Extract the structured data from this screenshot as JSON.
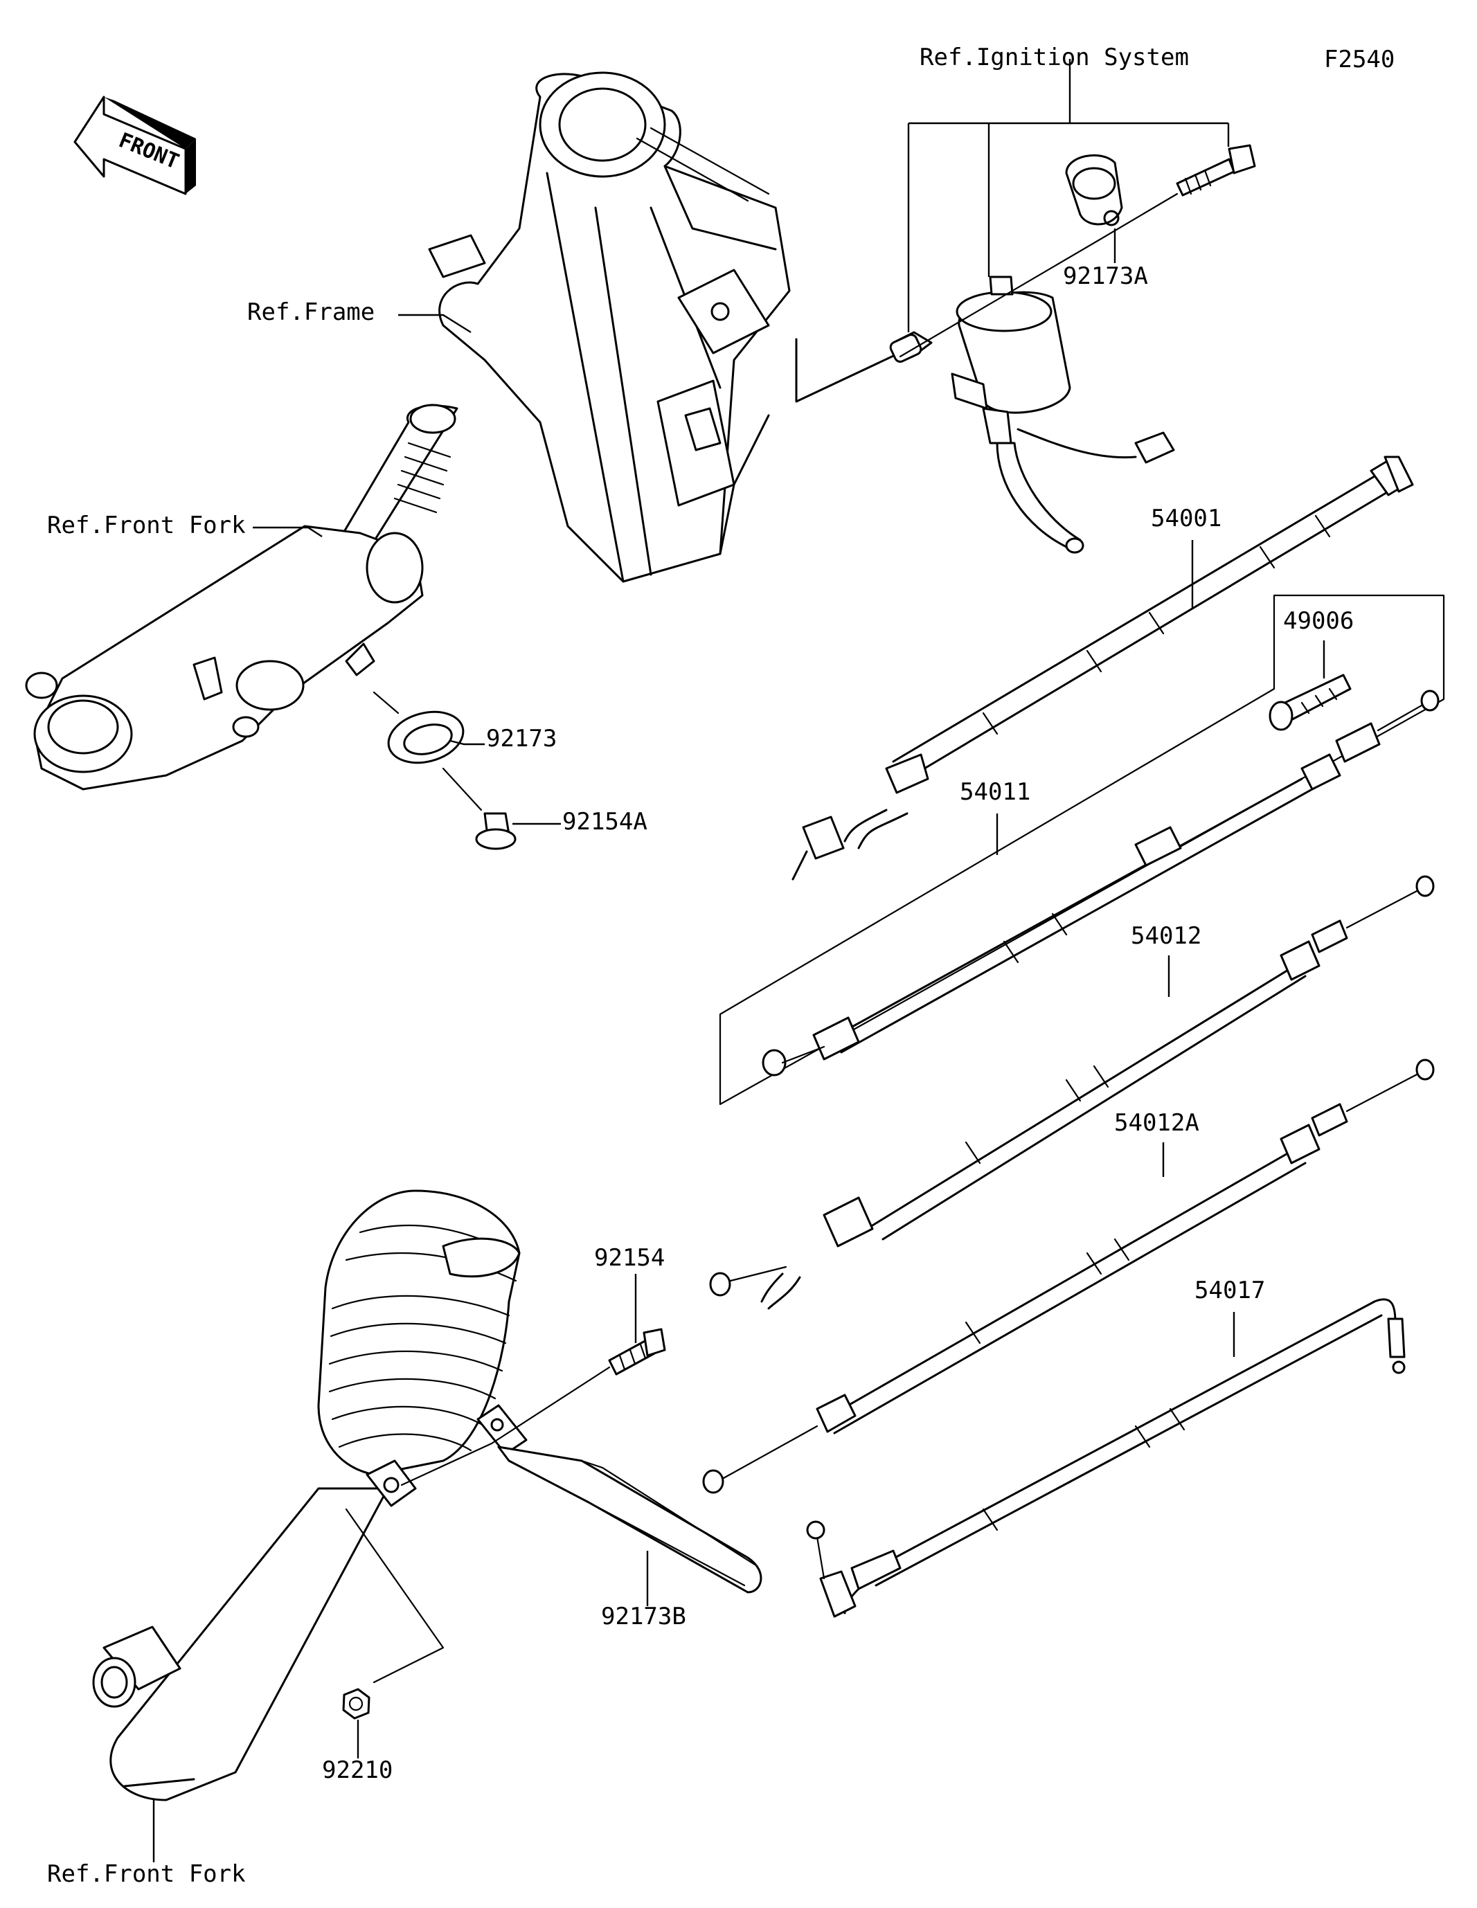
{
  "figure_code": "F2540",
  "front_arrow": {
    "text": "FRONT",
    "icon": "front-arrow-icon"
  },
  "refs": {
    "ignition": "Ref.Ignition System",
    "frame": "Ref.Frame",
    "front_fork_top": "Ref.Front Fork",
    "front_fork_bottom": "Ref.Front Fork"
  },
  "parts": {
    "p92173A": "92173A",
    "p54001": "54001",
    "p49006": "49006",
    "p92173": "92173",
    "p92154A": "92154A",
    "p54011": "54011",
    "p54012": "54012",
    "p54012A": "54012A",
    "p92154": "92154",
    "p54017": "54017",
    "p92173B": "92173B",
    "p92210": "92210"
  }
}
